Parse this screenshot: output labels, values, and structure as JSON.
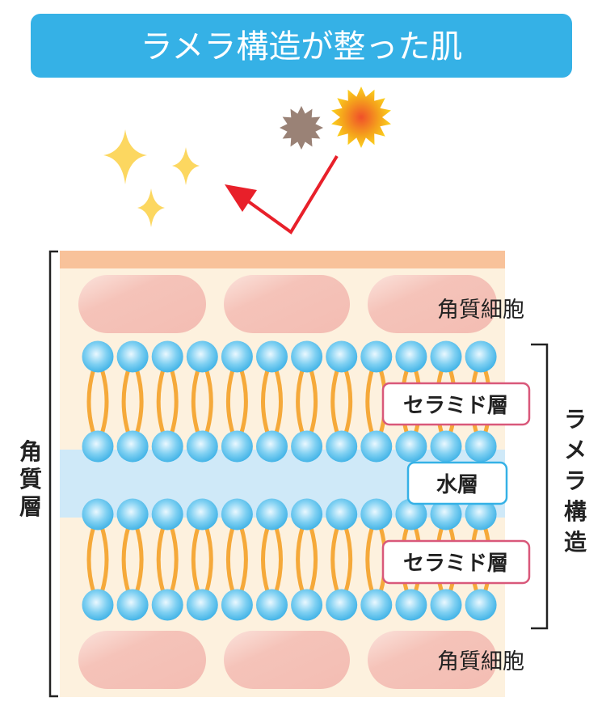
{
  "title": "ラメラ構造が整った肌",
  "labels": {
    "corneocyte_top": "角質細胞",
    "corneocyte_bottom": "角質細胞",
    "ceramide_top": "セラミド層",
    "water": "水層",
    "ceramide_bottom": "セラミド層",
    "stratum_corneum": "角質層",
    "lamellar": "ラメラ構造"
  },
  "colors": {
    "title_bg": "#35b1e6",
    "arrow": "#e8202a",
    "ceramide_border": "#d9587a",
    "water_border": "#35b1e6"
  }
}
